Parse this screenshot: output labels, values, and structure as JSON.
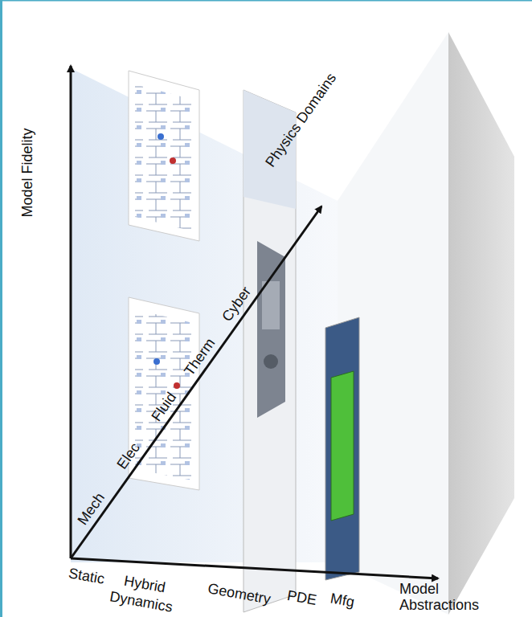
{
  "diagram": {
    "labels": [
      "Model Fidelity",
      "Physics Domains",
      "Mech",
      "Elec",
      "Fluid",
      "Therm",
      "Cyber",
      "Static",
      "Hybrid",
      "Dynamics",
      "Geometry",
      "PDE",
      "Mfg",
      "Model Abstractions"
    ]
  }
}
